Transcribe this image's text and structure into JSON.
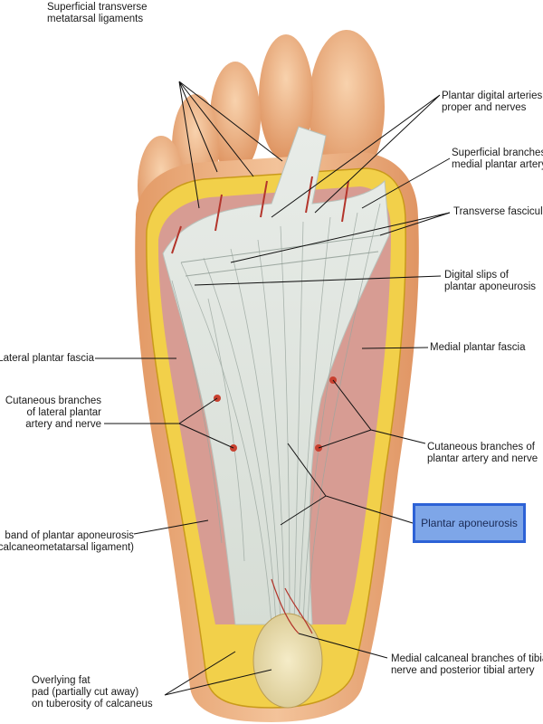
{
  "figure": {
    "labels": [
      {
        "id": "superficial-transverse-metatarsal-ligaments",
        "line1": "Superficial transverse",
        "line2": "metatarsal ligaments"
      },
      {
        "id": "plantar-digital-arteries",
        "line1": "Plantar digital arteries",
        "line2": "proper and nerves"
      },
      {
        "id": "superficial-branches-medial-plantar",
        "line1": "Superficial branches of",
        "line2": "medial plantar artery"
      },
      {
        "id": "transverse-fasciculi",
        "line1": "Transverse fasciculi",
        "line2": ""
      },
      {
        "id": "digital-slips",
        "line1": "Digital slips of",
        "line2": "plantar aponeurosis"
      },
      {
        "id": "lateral-plantar-fascia",
        "line1": "Lateral plantar fascia",
        "line2": ""
      },
      {
        "id": "medial-plantar-fascia",
        "line1": "Medial plantar fascia",
        "line2": ""
      },
      {
        "id": "cutaneous-branches-lateral",
        "line1": "Cutaneous branches",
        "line2": "of lateral plantar",
        "line3": "artery and nerve"
      },
      {
        "id": "cutaneous-branches-medial",
        "line1": "Cutaneous branches of",
        "line2": "plantar artery and nerve"
      },
      {
        "id": "band-of-plantar-aponeurosis",
        "line1": "band of plantar aponeurosis",
        "line2": "(calcaneometatarsal ligament)"
      },
      {
        "id": "plantar-aponeurosis",
        "line1": "Plantar aponeurosis",
        "line2": "",
        "highlighted": true
      },
      {
        "id": "medial-calcaneal-branches",
        "line1": "Medial calcaneal branches of tibial",
        "line2": "nerve and posterior tibial artery"
      },
      {
        "id": "overlying-fat-pad",
        "line1": "Overlying fat",
        "line2": "pad (partially cut away)",
        "line3": "on tuberosity of calcaneus"
      }
    ]
  }
}
